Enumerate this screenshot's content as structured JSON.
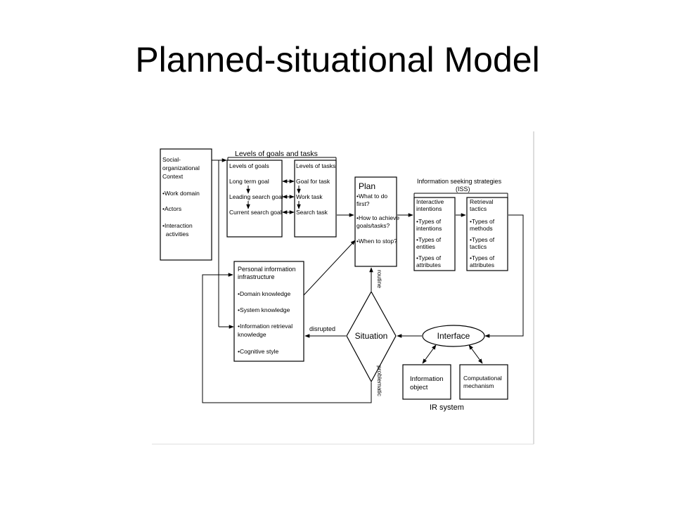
{
  "title": "Planned-situational Model",
  "levels_header": "Levels of goals and tasks",
  "context_box": {
    "lines": [
      "Social-",
      "organizational",
      "Context"
    ],
    "items": [
      [
        "•Work domain"
      ],
      [
        "•Actors"
      ],
      [
        "•Interaction",
        "  activities"
      ]
    ]
  },
  "goals_box": {
    "title": "Levels of goals",
    "items": [
      "Long term goal",
      "Leading search goal",
      "Current search goal"
    ]
  },
  "tasks_box": {
    "title": "Levels of tasks",
    "items": [
      "Goal for task",
      "Work task",
      "Search task"
    ]
  },
  "plan_box": {
    "title": "Plan",
    "items": [
      [
        "•What to do",
        "first?"
      ],
      [
        "•How to achieve",
        "goals/tasks?"
      ],
      [
        "•When to stop?"
      ]
    ]
  },
  "iss_header": [
    "Information seeking strategies",
    "(ISS)"
  ],
  "interactive_box": {
    "title": [
      "Interactive",
      "intentions"
    ],
    "items": [
      [
        "•Types of",
        "intentions"
      ],
      [
        "•Types of",
        "entities"
      ],
      [
        "•Types of",
        "attributes"
      ]
    ]
  },
  "retrieval_box": {
    "title": [
      "Retrieval",
      "tactics"
    ],
    "items": [
      [
        "•Types of",
        "methods"
      ],
      [
        "•Types of",
        "tactics"
      ],
      [
        "•Types of",
        "attributes"
      ]
    ]
  },
  "pii_box": {
    "title": [
      "Personal information",
      "infrastructure"
    ],
    "items": [
      [
        "•Domain knowledge"
      ],
      [
        "•System knowledge"
      ],
      [
        "•Information retrieval",
        "knowledge"
      ],
      [
        "•Cognitive style"
      ]
    ]
  },
  "situation_label": "Situation",
  "interface_label": "Interface",
  "info_object_box": [
    "Information",
    "object"
  ],
  "computational_box": [
    "Computational",
    "mechanism"
  ],
  "ir_system_label": "IR system",
  "routine_label": "routine",
  "problematic_label": "problematic",
  "disrupted_label": "disrupted"
}
